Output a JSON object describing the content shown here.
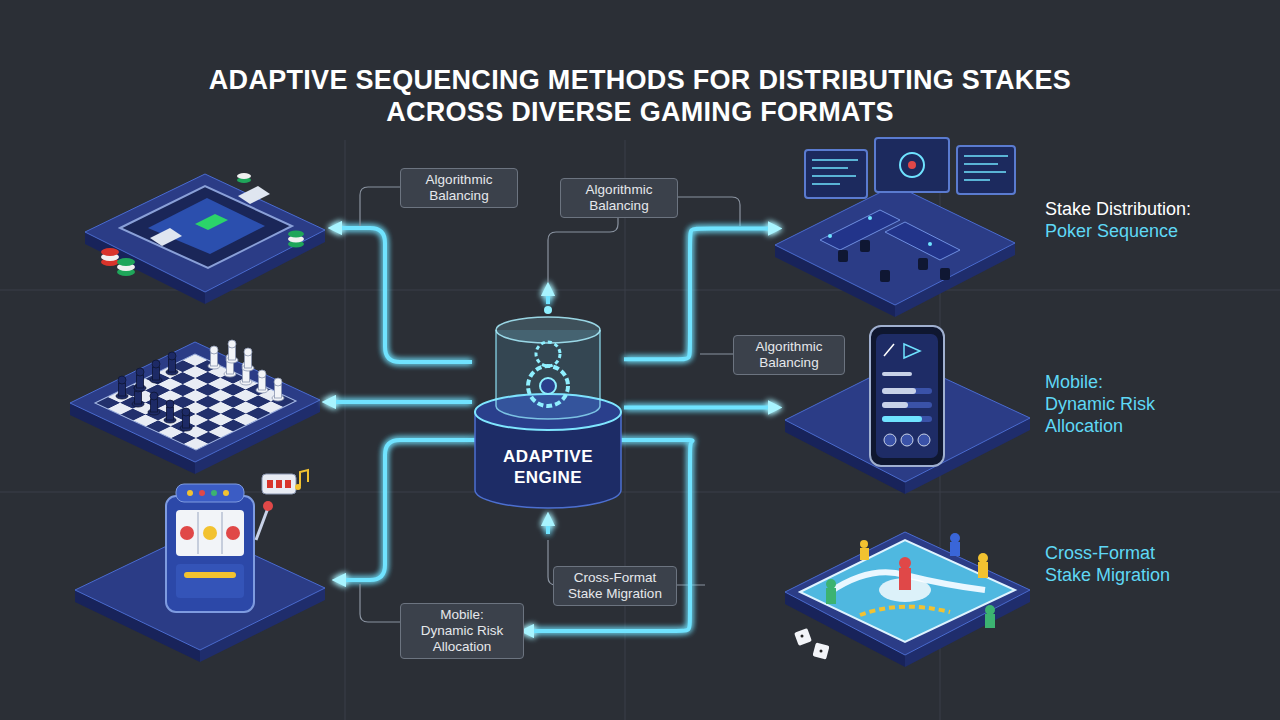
{
  "diagram": {
    "title": "ADAPTIVE SEQUENCING METHODS FOR DISTRIBUTING STAKES ACROSS DIVERSE GAMING FORMATS",
    "nodes": [
      {
        "text": [
          "Algorithmic Balancing"
        ]
      },
      {
        "text": [
          "Algorithmic Balancing"
        ]
      },
      {
        "text": [
          "Stake Distribution:",
          "Poker Sequence"
        ]
      },
      {
        "text": [
          "Algorithmic Balancing"
        ]
      },
      {
        "text": [
          "ADAPTIVE ENGINE"
        ]
      },
      {
        "text": [
          "Mobile:",
          "Dynamic Risk Allocation"
        ]
      },
      {
        "text": [
          "Cross-Format Stake Migration"
        ]
      },
      {
        "text": [
          "Cross-Format Stake Migration"
        ]
      },
      {
        "text": [
          "Mobile:",
          "Dynamic Risk Allocation"
        ]
      }
    ],
    "edges": [
      {
        "from": 4,
        "to": 2,
        "arrow": "to"
      },
      {
        "from": 4,
        "to": 5,
        "arrow": "to"
      },
      {
        "from": 4,
        "to": 8,
        "arrow": "to"
      }
    ]
  }
}
